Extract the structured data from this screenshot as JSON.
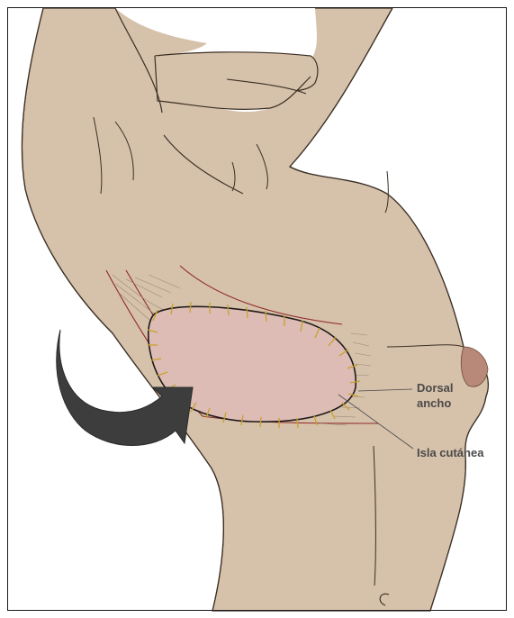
{
  "labels": {
    "dorsal_line1": "Dorsal",
    "dorsal_line2": "ancho",
    "isla": "Isla cutánea"
  },
  "colors": {
    "skin": "#d6c1aa",
    "skin_outline": "#3b2f25",
    "flap": "#dcbcb4",
    "flap_outline": "#1f1a18",
    "muscle_line": "#8e2a2a",
    "suture": "#c8a22c",
    "arrow": "#3d3d3d",
    "areola": "#b88878",
    "label": "#4a4a4a"
  },
  "icons": {
    "rotation_arrow": "curved-arrow-icon"
  }
}
